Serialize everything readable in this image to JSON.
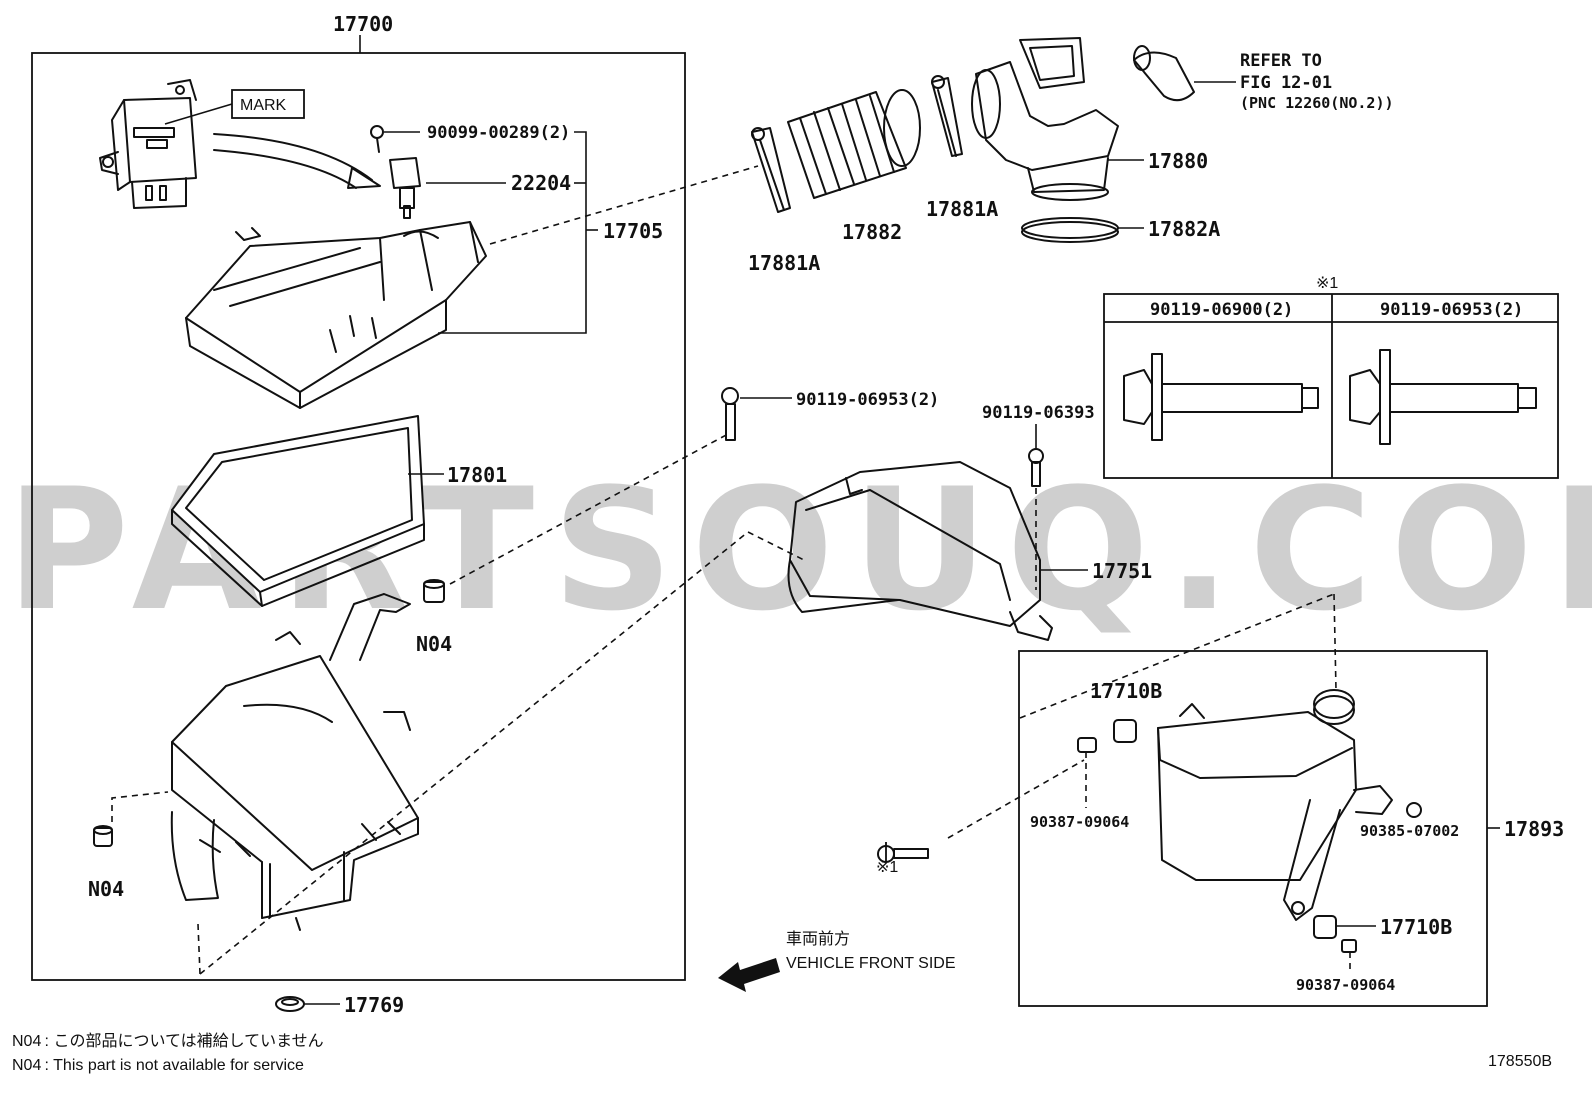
{
  "watermark": "PARTSOUQ.COM",
  "diagram_code": "178550B",
  "notes": [
    "N04 : この部品については補給していません",
    "N04 : This part is not available for service"
  ],
  "direction": {
    "jp": "車両前方",
    "en": "VEHICLE FRONT SIDE"
  },
  "refer": {
    "line1": "REFER TO",
    "line2": "FIG 12-01",
    "line3": "(PNC 12260(NO.2))"
  },
  "mark_label": "MARK",
  "table": {
    "note": "※1",
    "col1": "90119-06900(2)",
    "col2": "90119-06953(2)"
  },
  "labels": {
    "assy": "17700",
    "bolt_screw": "90099-00289(2)",
    "sensor": "22204",
    "cap_sub": "17705",
    "element": "17801",
    "grommet_a": "N04",
    "grommet_b": "N04",
    "plug": "17769",
    "clamp_a": "17881A",
    "hose": "17882",
    "clamp_b": "17881A",
    "air_pipe": "17880",
    "band": "17882A",
    "bolt_b": "90119-06953(2)",
    "bolt_c": "90119-06393",
    "inlet": "17751",
    "cushion_a": "17710B",
    "collar_a": "90387-09064",
    "note_ref": "※1",
    "nut": "90385-07002",
    "resonator": "17893",
    "cushion_b": "17710B",
    "collar_b": "90387-09064"
  }
}
